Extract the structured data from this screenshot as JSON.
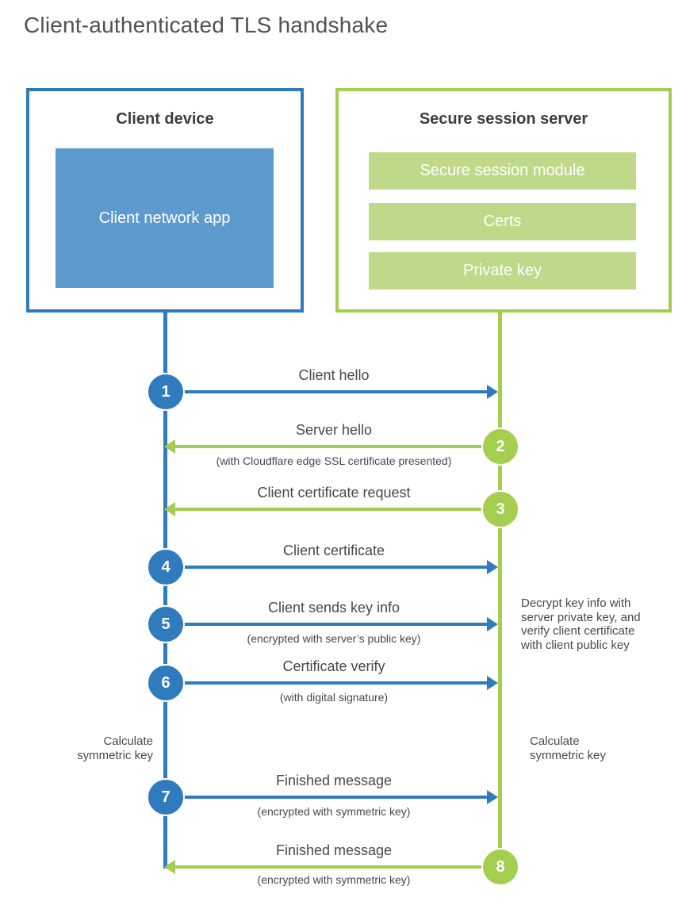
{
  "title": "Client-authenticated TLS handshake",
  "colors": {
    "blue": "#2f7bbe",
    "blue_fill": "#5d9ace",
    "green": "#a3ce4e",
    "green_fill": "#bfd98a",
    "title_gray": "#515153",
    "heading_dark": "#3d3d3f",
    "label_gray": "#48484a"
  },
  "client": {
    "title": "Client device",
    "app_label": "Client network app"
  },
  "server": {
    "title": "Secure session server",
    "modules": [
      {
        "label": "Secure session module"
      },
      {
        "label": "Certs"
      },
      {
        "label": "Private key"
      }
    ]
  },
  "messages": [
    {
      "num": "1",
      "label": "Client hello",
      "sublabel": "",
      "direction": "client-to-server"
    },
    {
      "num": "2",
      "label": "Server hello",
      "sublabel": "(with Cloudflare edge SSL certificate presented)",
      "direction": "server-to-client"
    },
    {
      "num": "3",
      "label": "Client certificate request",
      "sublabel": "",
      "direction": "server-to-client"
    },
    {
      "num": "4",
      "label": "Client certificate",
      "sublabel": "",
      "direction": "client-to-server"
    },
    {
      "num": "5",
      "label": "Client sends key info",
      "sublabel": "(encrypted with server’s public key)",
      "direction": "client-to-server"
    },
    {
      "num": "6",
      "label": "Certificate verify",
      "sublabel": "(with digital signature)",
      "direction": "client-to-server"
    },
    {
      "num": "7",
      "label": "Finished message",
      "sublabel": "(encrypted with symmetric key)",
      "direction": "client-to-server"
    },
    {
      "num": "8",
      "label": "Finished message",
      "sublabel": "(encrypted with symmetric key)",
      "direction": "server-to-client"
    }
  ],
  "annotations": {
    "decrypt_note": "Decrypt key info with server private key, and verify client certificate with client public key",
    "calc_left": "Calculate symmetric key",
    "calc_right": "Calculate symmetric key"
  }
}
